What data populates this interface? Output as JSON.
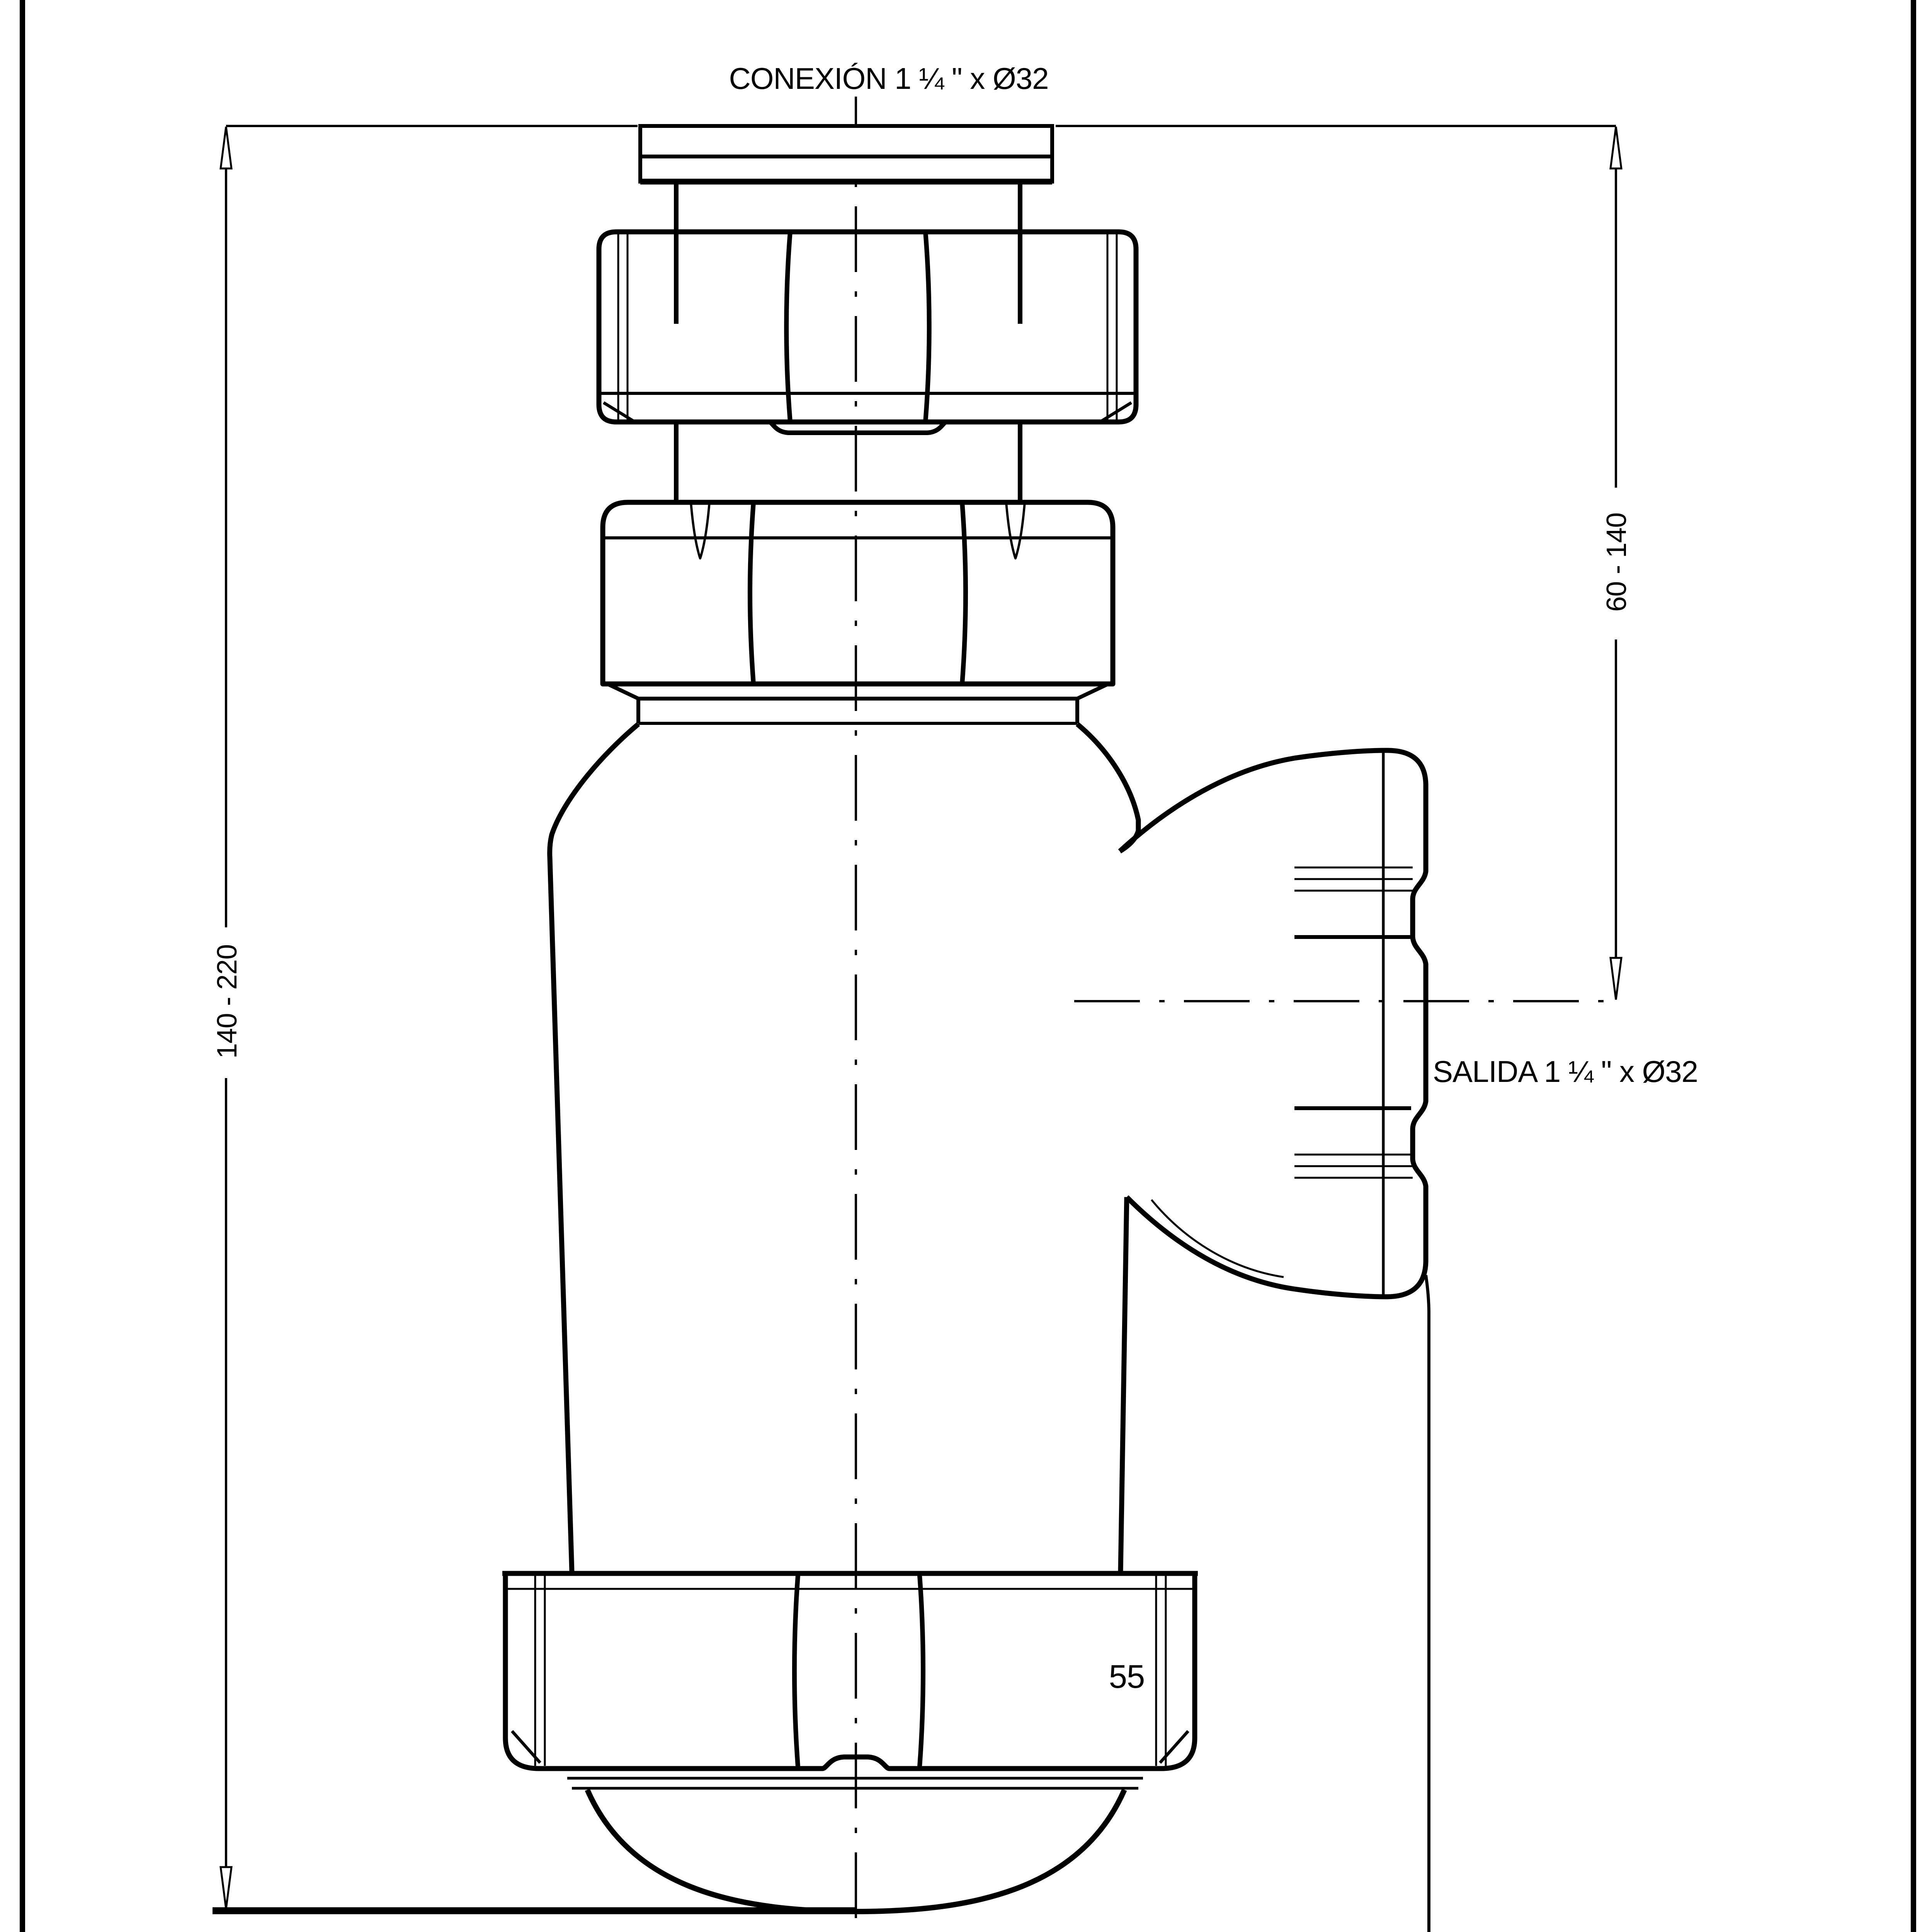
{
  "drawing": {
    "labels": {
      "connection": "CONEXIÓN 1 ¼ \" x Ø32",
      "outlet": "SALIDA 1 ¼ \" x  Ø32",
      "overall_height_range": "140 - 220",
      "outlet_height_range": "60 - 140",
      "trap_nut_size": "55"
    },
    "colors": {
      "line": "#000000",
      "flange_fill": "#808080",
      "background": "#ffffff"
    }
  }
}
